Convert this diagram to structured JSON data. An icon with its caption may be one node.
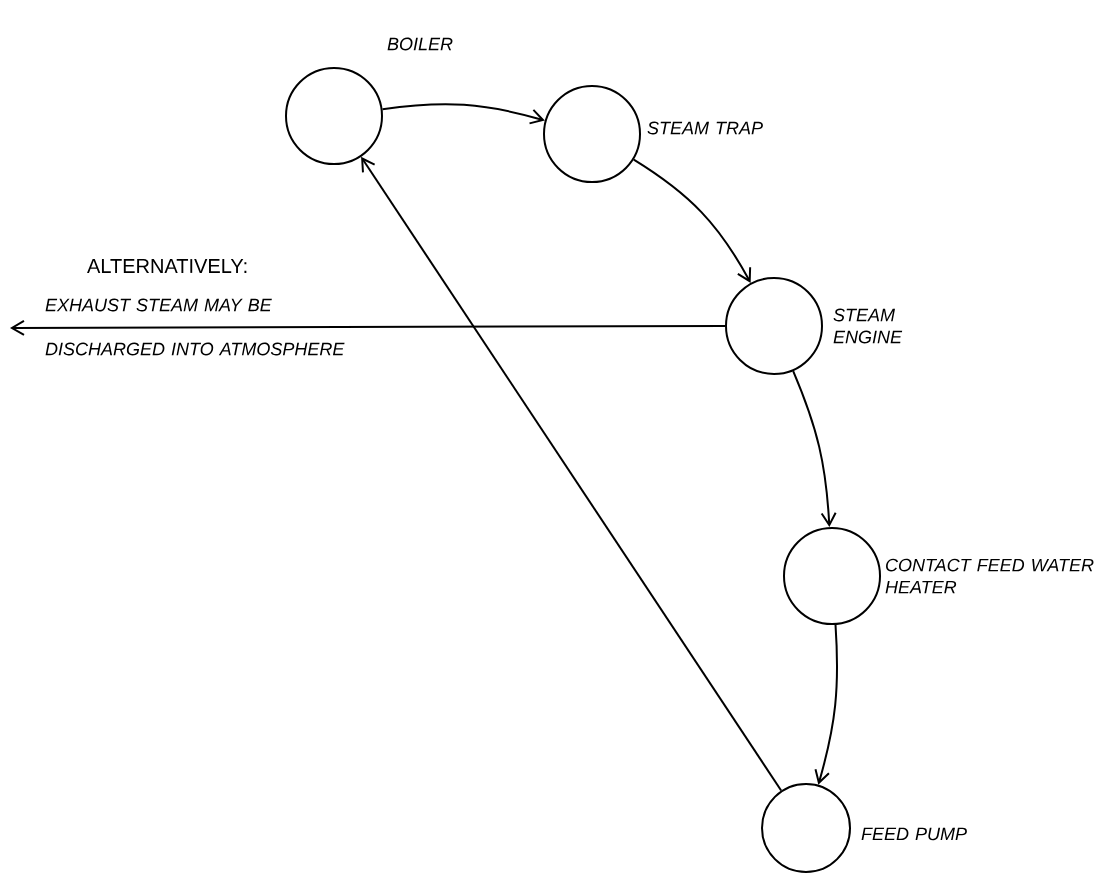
{
  "diagram": {
    "nodes": [
      {
        "text": [
          "BOILER"
        ]
      },
      {
        "text": [
          "STEAM TRAP"
        ]
      },
      {
        "text": [
          "STEAM ENGINE"
        ]
      },
      {
        "text": [
          "CONTACT FEED WATER HEATER"
        ]
      },
      {
        "text": [
          "FEED PUMP"
        ]
      }
    ],
    "edges": [
      {
        "from": 0,
        "to": 1,
        "arrow": "to"
      },
      {
        "from": 1,
        "to": 2,
        "arrow": "to"
      },
      {
        "from": 2,
        "to": 3,
        "arrow": "to"
      },
      {
        "from": 3,
        "to": 4,
        "arrow": "to"
      },
      {
        "from": 4,
        "to": 0,
        "arrow": "to"
      },
      {
        "from": 2,
        "to": null,
        "arrow": "to",
        "label": "EXHAUST STEAM MAY BE DISCHARGED INTO ATMOSPHERE"
      }
    ],
    "labels": [
      "ALTERNATIVELY:"
    ]
  }
}
